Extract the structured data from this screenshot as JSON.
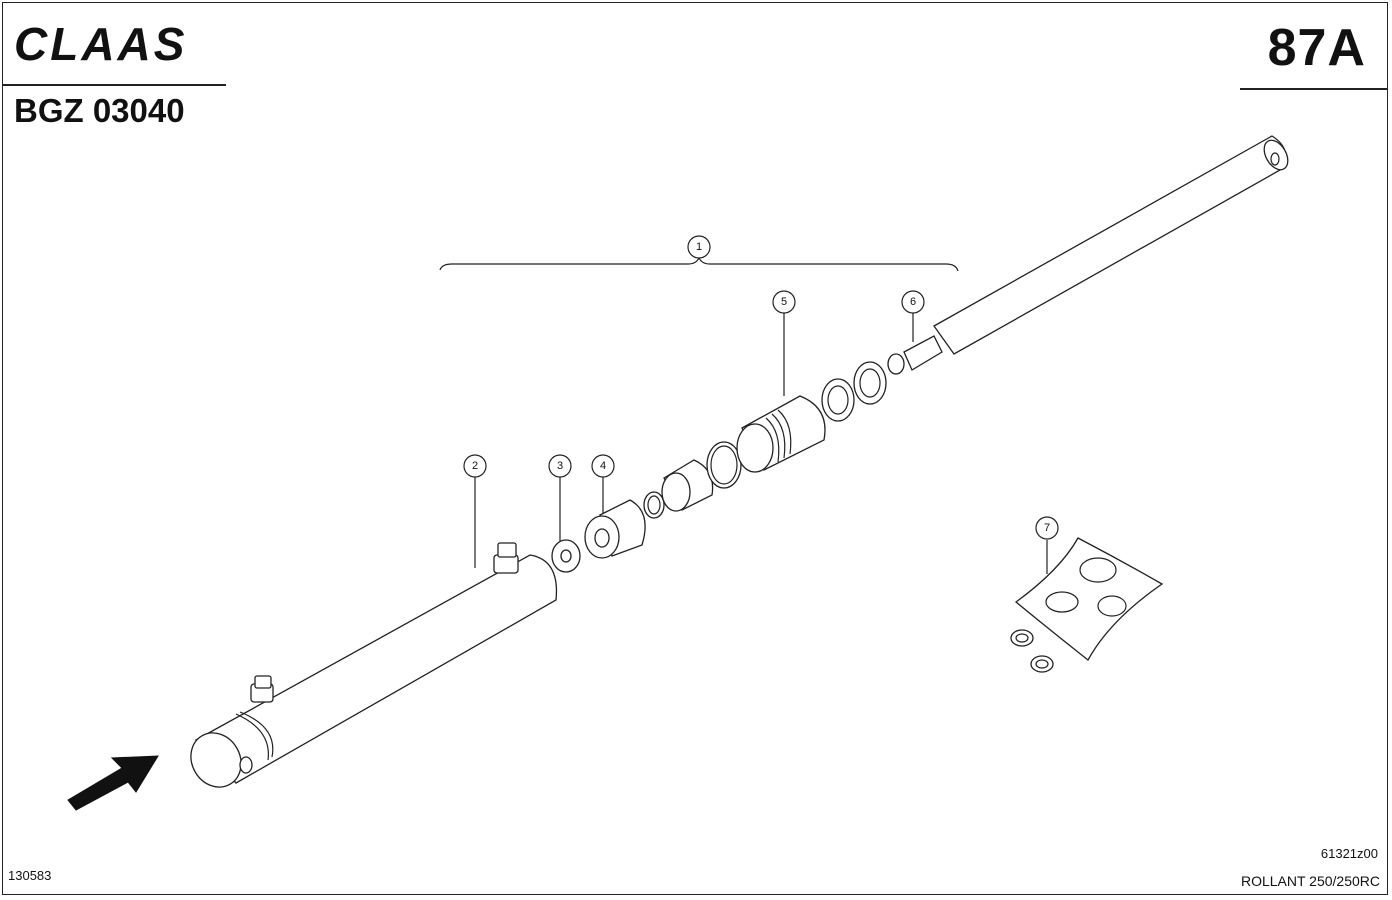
{
  "header": {
    "logo_text": "CLAAS",
    "page_number": "87A",
    "doc_code": "BGZ 03040"
  },
  "footer": {
    "drawing_ref": "61321z00",
    "code_left": "130583",
    "model": "ROLLANT 250/250RC"
  },
  "callouts": [
    "1",
    "2",
    "3",
    "4",
    "5",
    "6",
    "7"
  ]
}
